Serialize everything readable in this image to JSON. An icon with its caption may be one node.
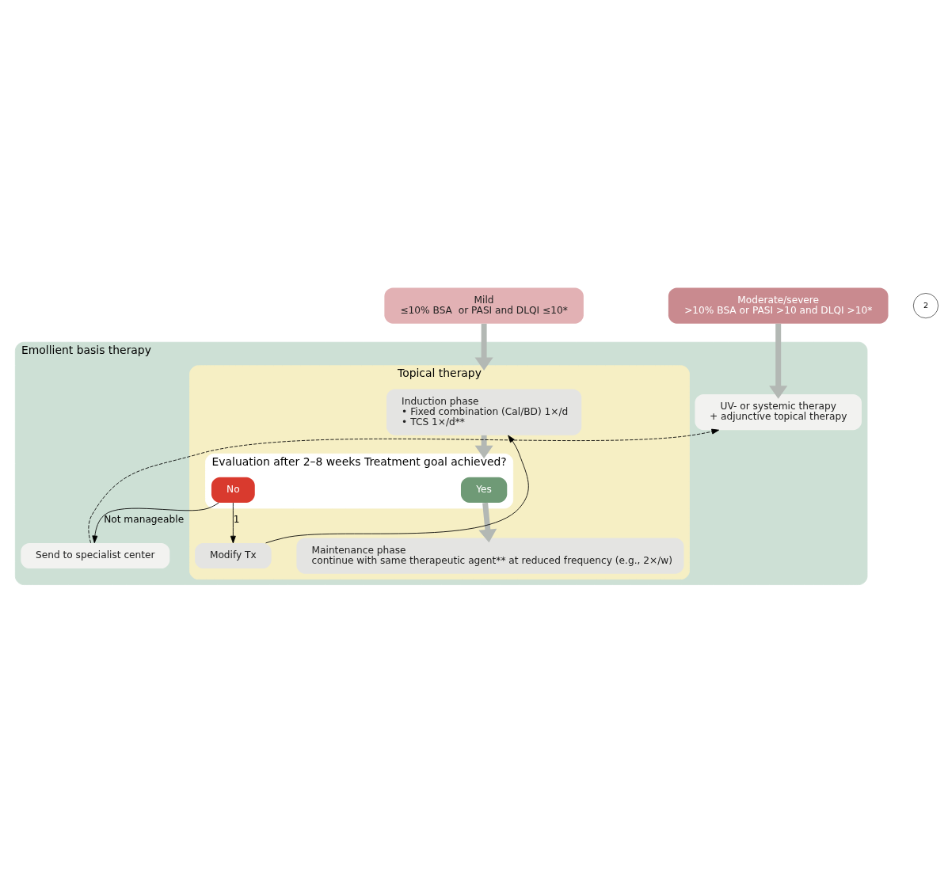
{
  "diagram": {
    "nodes": [
      {
        "text": [
          "Mild",
          "≤10% BSA  or PASI and DLQI ≤10*"
        ]
      },
      {
        "text": [
          "Moderate/severe",
          ">10% BSA or PASI >10 and DLQI >10*"
        ]
      },
      {
        "text": [
          "Emollient basis therapy"
        ]
      },
      {
        "text": [
          "Topical therapy"
        ],
        "in": 2
      },
      {
        "text": [
          "Induction phase",
          "• Fixed combination (Cal/BD) 1×/d",
          "• TCS 1×/d**"
        ],
        "in": 3
      },
      {
        "text": [
          "Evaluation after 2–8 weeks Treatment goal achieved?"
        ],
        "in": 3
      },
      {
        "text": [
          "Yes"
        ],
        "in": 5
      },
      {
        "text": [
          "No"
        ],
        "in": 5
      },
      {
        "text": [
          "Modify Tx"
        ],
        "in": 3
      },
      {
        "text": [
          "Maintenance phase",
          "continue with same therapeutic agent** at reduced frequency (e.g., 2×/w)"
        ],
        "in": 3
      },
      {
        "text": [
          "UV- or systemic therapy",
          "+ adjunctive topical therapy"
        ],
        "in": 2
      },
      {
        "text": [
          "Send to specialist center"
        ],
        "in": 2
      }
    ],
    "edges": [
      {
        "from": 0,
        "to": 3,
        "arrow": "to",
        "style": "thick",
        "color": "#b3b8b4"
      },
      {
        "from": 1,
        "to": 10,
        "arrow": "to",
        "style": "thick",
        "color": "#b3b8b4"
      },
      {
        "from": 4,
        "to": 5,
        "arrow": "to",
        "style": "thick",
        "color": "#b3b8b4"
      },
      {
        "from": 6,
        "to": 9,
        "arrow": "to",
        "style": "thick",
        "color": "#b3b8b4"
      },
      {
        "from": 7,
        "to": 8,
        "arrow": "to",
        "label": "1",
        "color": "#000000"
      },
      {
        "from": 8,
        "to": 4,
        "arrow": "to",
        "color": "#000000"
      },
      {
        "from": 7,
        "to": 11,
        "arrow": "to",
        "label": "Not manageable",
        "color": "#000000"
      },
      {
        "from": 11,
        "to": 10,
        "arrow": "to",
        "style": "dashed",
        "color": "#000000"
      }
    ],
    "labels": [
      "2"
    ]
  }
}
